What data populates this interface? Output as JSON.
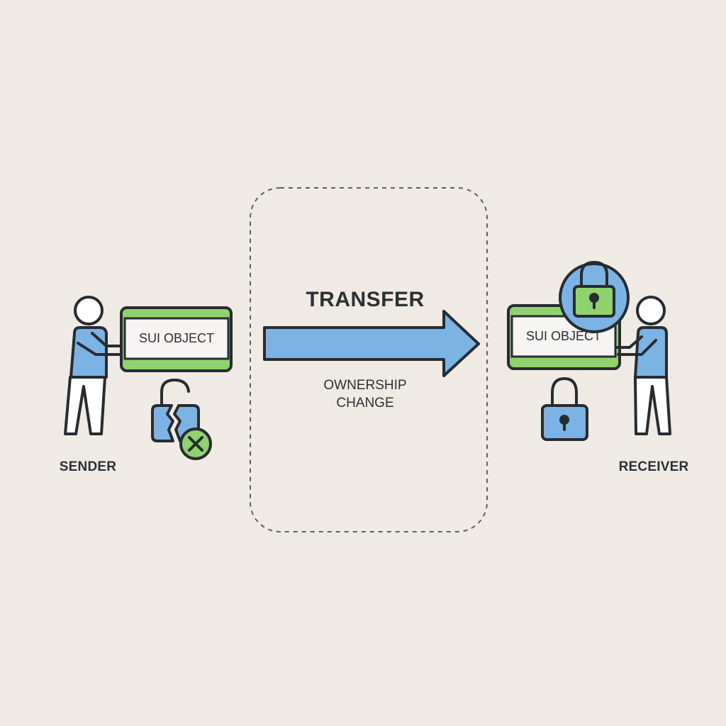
{
  "colors": {
    "background": "#efebe4",
    "accent_blue": "#7ab3e4",
    "accent_green": "#8fd36c",
    "outline": "#262c30"
  },
  "sender": {
    "label": "SENDER",
    "object_label": "SUI OBJECT",
    "lock_icon": "broken-unlocked-padlock-icon",
    "status_icon": "x-circle-icon"
  },
  "transfer": {
    "title": "TRANSFER",
    "subtitle": "OWNERSHIP CHANGE",
    "arrow_icon": "right-arrow-icon"
  },
  "receiver": {
    "label": "RECEIVER",
    "object_label": "SUI OBJECT",
    "lock_icon": "locked-padlock-icon",
    "badge_icon": "padlock-badge-icon"
  }
}
